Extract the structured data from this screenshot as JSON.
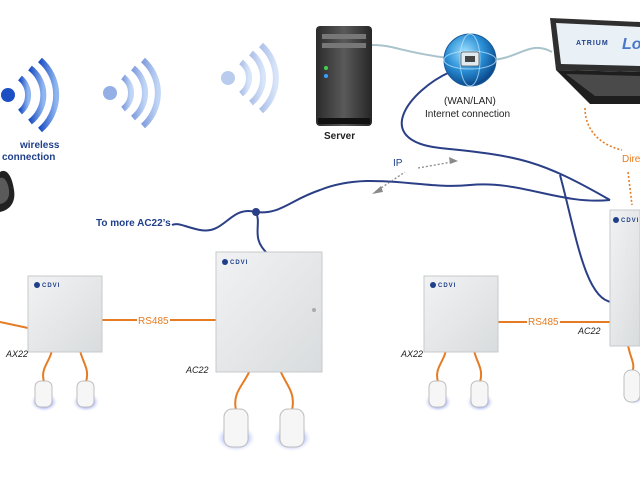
{
  "labels": {
    "wireless_1": "wireless",
    "wireless_2": "connection",
    "server": "Server",
    "wan_lan": "(WAN/LAN)",
    "internet": "Internet connection",
    "ip": "IP",
    "to_more": "To more AC22’s",
    "rs485": "RS485",
    "ax22": "AX22",
    "ac22": "AC22",
    "lo_partial": "Lo",
    "dire_partial": "Dire",
    "cdvi": "CDVI",
    "atrium": "ATRIUM"
  },
  "colors": {
    "bus_blue": "#2a3f86",
    "rs485_orange": "#e57c23",
    "wireless_blue": "#3b6fd0",
    "cable_gray": "#a9c3cc",
    "enclosure": "#e9ebec",
    "reader_glow": "#5a6fe0"
  },
  "icons": [
    "wifi-icon",
    "server-icon",
    "globe-network-icon",
    "laptop-icon",
    "card-reader-icon",
    "keyfob-icon"
  ]
}
